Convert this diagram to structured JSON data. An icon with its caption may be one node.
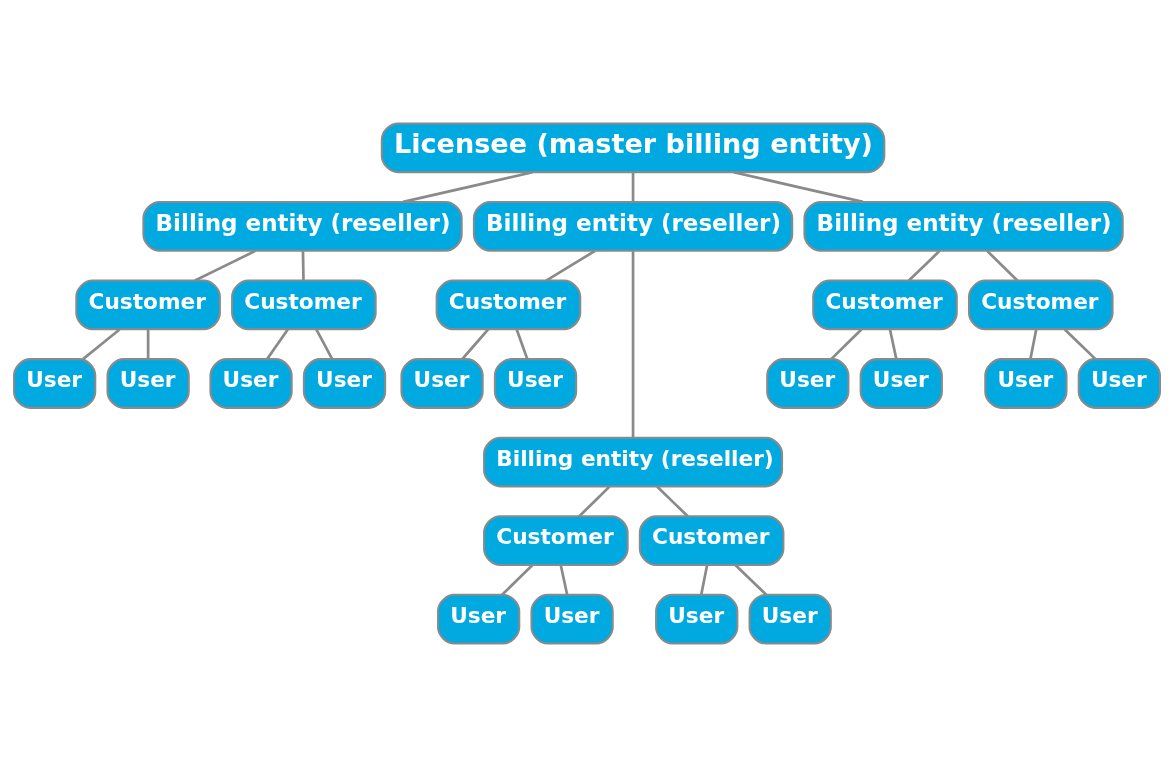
{
  "diagram": {
    "nodes": [
      {
        "text": [
          "Licensee (master billing entity)"
        ]
      },
      {
        "text": [
          "Billing entity (reseller)"
        ]
      },
      {
        "text": [
          "Billing entity (reseller)"
        ]
      },
      {
        "text": [
          "Billing entity (reseller)"
        ]
      },
      {
        "text": [
          "Customer"
        ]
      },
      {
        "text": [
          "Customer"
        ]
      },
      {
        "text": [
          "Customer"
        ]
      },
      {
        "text": [
          "Customer"
        ]
      },
      {
        "text": [
          "Customer"
        ]
      },
      {
        "text": [
          "User"
        ]
      },
      {
        "text": [
          "User"
        ]
      },
      {
        "text": [
          "User"
        ]
      },
      {
        "text": [
          "User"
        ]
      },
      {
        "text": [
          "User"
        ]
      },
      {
        "text": [
          "User"
        ]
      },
      {
        "text": [
          "User"
        ]
      },
      {
        "text": [
          "User"
        ]
      },
      {
        "text": [
          "User"
        ]
      },
      {
        "text": [
          "User"
        ]
      },
      {
        "text": [
          "Billing entity (reseller)"
        ]
      },
      {
        "text": [
          "Customer"
        ]
      },
      {
        "text": [
          "Customer"
        ]
      },
      {
        "text": [
          "User"
        ]
      },
      {
        "text": [
          "User"
        ]
      },
      {
        "text": [
          "User"
        ]
      },
      {
        "text": [
          "User"
        ]
      }
    ],
    "edges": [
      {
        "from": 0,
        "to": 1,
        "arrow": "none"
      },
      {
        "from": 0,
        "to": 2,
        "arrow": "none"
      },
      {
        "from": 0,
        "to": 3,
        "arrow": "none"
      },
      {
        "from": 1,
        "to": 4,
        "arrow": "none"
      },
      {
        "from": 1,
        "to": 5,
        "arrow": "none"
      },
      {
        "from": 2,
        "to": 6,
        "arrow": "none"
      },
      {
        "from": 3,
        "to": 7,
        "arrow": "none"
      },
      {
        "from": 3,
        "to": 8,
        "arrow": "none"
      },
      {
        "from": 4,
        "to": 9,
        "arrow": "none"
      },
      {
        "from": 4,
        "to": 10,
        "arrow": "none"
      },
      {
        "from": 5,
        "to": 11,
        "arrow": "none"
      },
      {
        "from": 5,
        "to": 12,
        "arrow": "none"
      },
      {
        "from": 6,
        "to": 13,
        "arrow": "none"
      },
      {
        "from": 6,
        "to": 14,
        "arrow": "none"
      },
      {
        "from": 7,
        "to": 15,
        "arrow": "none"
      },
      {
        "from": 7,
        "to": 16,
        "arrow": "none"
      },
      {
        "from": 8,
        "to": 17,
        "arrow": "none"
      },
      {
        "from": 8,
        "to": 18,
        "arrow": "none"
      },
      {
        "from": 2,
        "to": 19,
        "arrow": "none"
      },
      {
        "from": 19,
        "to": 20,
        "arrow": "none"
      },
      {
        "from": 19,
        "to": 21,
        "arrow": "none"
      },
      {
        "from": 20,
        "to": 22,
        "arrow": "none"
      },
      {
        "from": 20,
        "to": 23,
        "arrow": "none"
      },
      {
        "from": 21,
        "to": 24,
        "arrow": "none"
      },
      {
        "from": 21,
        "to": 25,
        "arrow": "none"
      }
    ]
  }
}
